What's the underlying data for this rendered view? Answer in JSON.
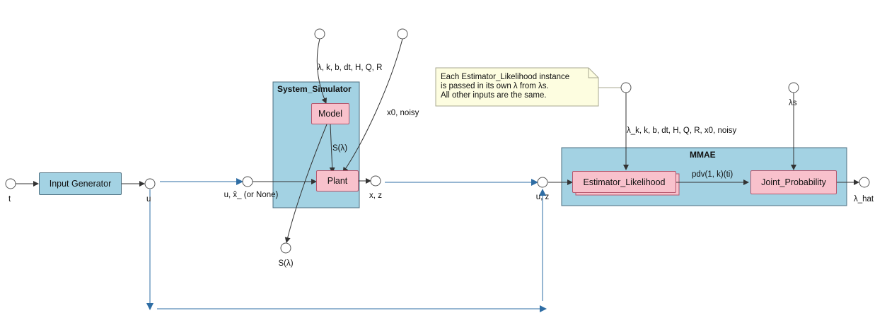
{
  "colors": {
    "container_fill": "#a3d2e3",
    "container_border": "#4d6f80",
    "component_fill": "#f8c1cc",
    "component_border": "#b5566c",
    "note_fill": "#fdfde0",
    "flow_arrow": "#2e6da4",
    "wire": "#333333"
  },
  "blocks": {
    "input_generator": "Input Generator",
    "system_simulator": "System_Simulator",
    "model": "Model",
    "plant": "Plant",
    "mmae": "MMAE",
    "estimator_likelihood": "Estimator_Likelihood",
    "joint_probability": "Joint_Probability"
  },
  "ports": {
    "t": "t",
    "u": "u",
    "u_xhat": "u, x̂_ (or None)",
    "x_z": "x, z",
    "u_z": "u, z",
    "s_lambda_out": "S(λ)",
    "lambda_hat": "λ_hat",
    "lambda_s": "λs"
  },
  "edge_labels": {
    "model_params": "λ, k, b, dt, H, Q, R",
    "plant_params": "x0, noisy",
    "s_lambda": "S(λ)",
    "estimator_params": "λ_k, k, b, dt, H, Q, R, x0, noisy",
    "pdv": "pdv(1, k)(ti)"
  },
  "note": {
    "lines": [
      "Each Estimator_Likelihood instance",
      "is passed in its own λ from λs.",
      "All other inputs are the same."
    ]
  }
}
